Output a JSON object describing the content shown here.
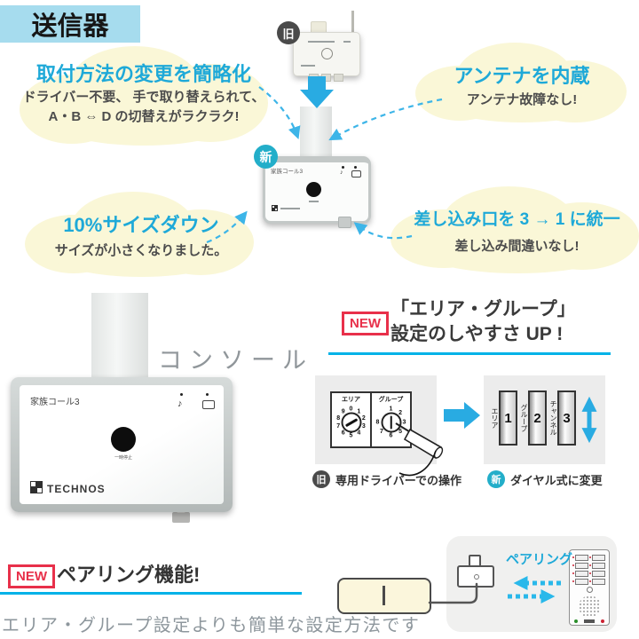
{
  "title": "送信器",
  "clouds": {
    "mounting": {
      "heading": "取付方法の変更を簡略化",
      "line1": "ドライバー不要、 手で取り替えられて、",
      "line2": "A・B ⇔ D の切替えがラクラク!"
    },
    "antenna": {
      "heading": "アンテナを内蔵",
      "line1": "アンテナ故障なし!"
    },
    "size": {
      "heading": "10%サイズダウン",
      "line1": "サイズが小さくなりました。"
    },
    "plug": {
      "heading": "差し込み口を 3 → 1 に統一",
      "line1": "差し込み間違いなし!"
    }
  },
  "badges": {
    "old": "旧",
    "new": "新",
    "new_en": "NEW"
  },
  "transmitter": {
    "product_name": "家族コール3",
    "brand": "TECHNOS",
    "stop_label": "一時停止",
    "console_label": "コンソール",
    "music_icon": "♪"
  },
  "area_group": {
    "heading_line1": "「エリア・グループ」",
    "heading_line2": "設定のしやすさ UP !",
    "old_caption": "専用ドライバーでの操作",
    "new_caption": "ダイヤル式に変更",
    "dials": {
      "area_label": "エリア",
      "group_label": "グループ",
      "area_numbers": [
        "0",
        "1",
        "2",
        "3",
        "4",
        "5",
        "6",
        "7",
        "8",
        "9"
      ],
      "group_numbers": [
        "1",
        "2",
        "3",
        "5",
        "6",
        "7",
        "8"
      ]
    },
    "wheels": [
      {
        "label": "エリア",
        "value": "1"
      },
      {
        "label": "グループ",
        "value": "2"
      },
      {
        "label": "チャンネル",
        "value": "3"
      }
    ]
  },
  "pairing": {
    "heading": "ペアリング機能!",
    "description": "エリア・グループ設定よりも簡単な設定方法です",
    "label": "ペアリング"
  },
  "colors": {
    "title_bg": "#a6dcee",
    "heading_teal": "#1ea9d8",
    "cloud_yellow": "#faf7d7",
    "arrow_blue": "#29abe2",
    "badge_red": "#e8304a",
    "badge_teal": "#23aec9",
    "badge_dark": "#4a4a4a",
    "divider_cyan": "#00b2e8"
  }
}
